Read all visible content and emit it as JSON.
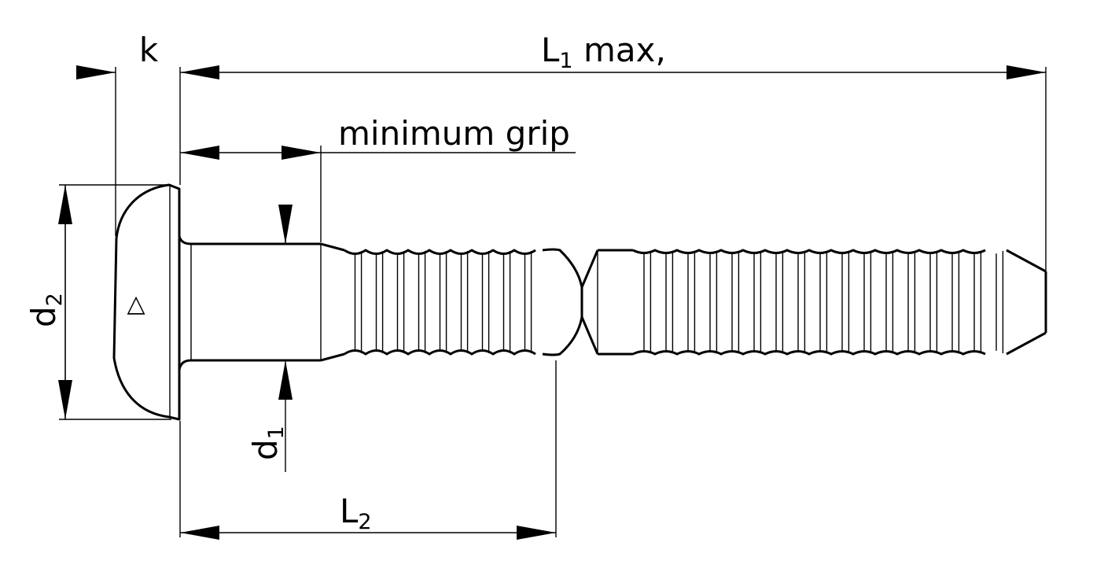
{
  "labels": {
    "k": "k",
    "l1_main": "L",
    "l1_sub": "1",
    "l1_suffix": " max,",
    "minimum_grip": "minimum grip",
    "d2_main": "d",
    "d2_sub": "2",
    "d1_main": "d",
    "d1_sub": "1",
    "l2_main": "L",
    "l2_sub": "2"
  },
  "head_mark": "△"
}
